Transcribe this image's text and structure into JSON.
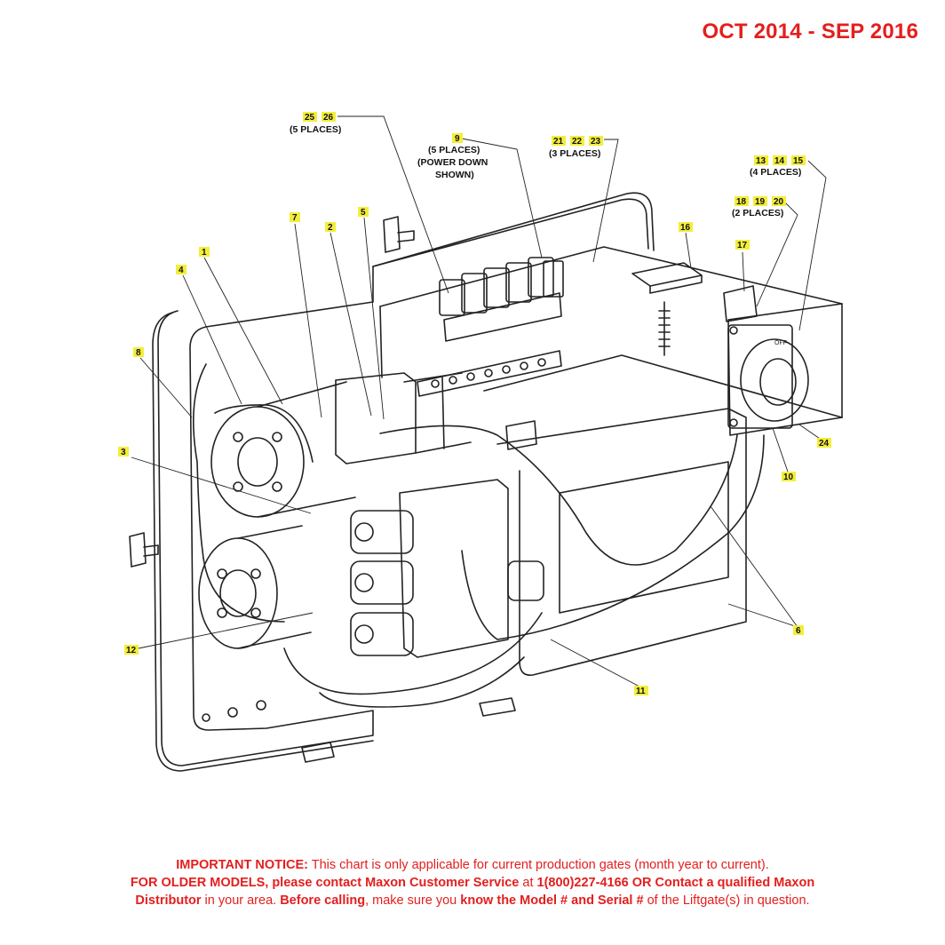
{
  "header": {
    "date_range": "OCT 2014 - SEP 2016"
  },
  "callouts": {
    "c1": "1",
    "c2": "2",
    "c3": "3",
    "c4": "4",
    "c5": "5",
    "c6": "6",
    "c7": "7",
    "c8": "8",
    "c9": "9",
    "c10": "10",
    "c11": "11",
    "c12": "12",
    "c13": "13",
    "c14": "14",
    "c15": "15",
    "c16": "16",
    "c17": "17",
    "c18": "18",
    "c19": "19",
    "c20": "20",
    "c21": "21",
    "c22": "22",
    "c23": "23",
    "c24": "24",
    "c25": "25",
    "c26": "26"
  },
  "notes": {
    "places5_a": "(5 PLACES)",
    "places5_b": "(5 PLACES)",
    "power_down": "(POWER DOWN",
    "shown": "SHOWN)",
    "places3": "(3 PLACES)",
    "places4": "(4 PLACES)",
    "places2": "(2 PLACES)"
  },
  "switch_label": "OFF",
  "notice": {
    "line1_bold": "IMPORTANT NOTICE:",
    "line1_rest": " This chart is only applicable for current production gates (month year to current).",
    "line2_bold1": "FOR OLDER MODELS, please contact Maxon Customer Service",
    "line2_mid": " at ",
    "line2_bold2": "1(800)227-4166 OR Contact a qualified Maxon",
    "line3_bold1": "Distributor",
    "line3_mid1": " in your area. ",
    "line3_bold2": "Before calling",
    "line3_mid2": ", make sure you ",
    "line3_bold3": "know the Model # and Serial #",
    "line3_rest": " of the Liftgate(s) in question."
  },
  "colors": {
    "accent_red": "#e41e1e",
    "callout_yellow": "#f3ee3a",
    "line": "#222222"
  }
}
